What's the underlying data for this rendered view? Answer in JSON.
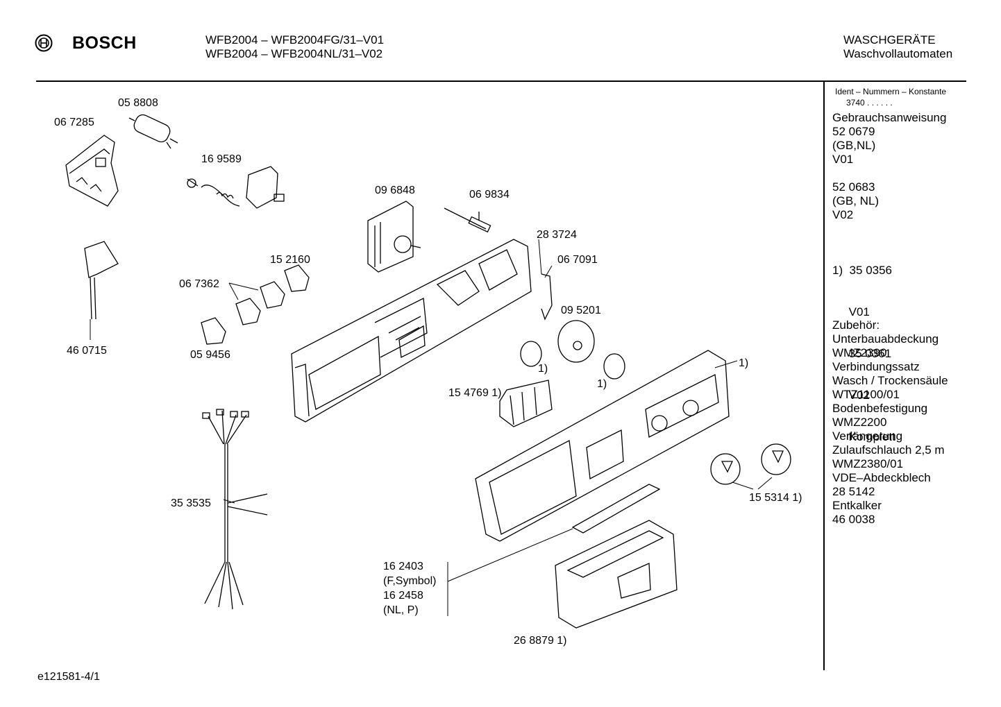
{
  "header": {
    "brand": "BOSCH",
    "model_line_1": "WFB2004 – WFB2004FG/31–V01",
    "model_line_2": "WFB2004 – WFB2004NL/31–V02",
    "category": "WASCHGERÄTE",
    "subcategory": "Waschvollautomaten"
  },
  "parts": {
    "p058808": "05 8808",
    "p067285": "06 7285",
    "p169589": "16 9589",
    "p096848": "09 6848",
    "p069834": "06 9834",
    "p283724": "28 3724",
    "p067091": "06 7091",
    "p152160": "15 2160",
    "p067362": "06 7362",
    "p059456": "05 9456",
    "p460715": "46 0715",
    "p095201": "09 5201",
    "ref1a": "1)",
    "ref1b": "1)",
    "ref1c": "1)",
    "p154769": "15 4769 1)",
    "p353535": "35 3535",
    "p155314": "15 5314 1)",
    "p162403": "16 2403",
    "fsymbol": "(F,Symbol)",
    "p162458": "16 2458",
    "nlp": "(NL, P)",
    "p268879": "26 8879 1)"
  },
  "sidebar": {
    "ident_label": "Ident – Nummern – Konstante",
    "ident_value": "3740  .  .  .  .  .  .",
    "lines_a": [
      "Gebrauchsanweisung",
      "52 0679",
      "(GB,NL)",
      "V01"
    ],
    "lines_b": [
      "52 0683",
      "(GB, NL)",
      "V02"
    ],
    "lines_c": [
      "1)  35 0356",
      "     V01",
      "     35 0361",
      "     V02",
      "     Komplett"
    ],
    "lines_d": [
      "Zubehör:",
      "Unterbauabdeckung",
      "WMZ2390",
      "Verbindungssatz",
      "Wasch / Trockensäule",
      "WTZ1100/01",
      "Bodenbefestigung",
      "WMZ2200",
      "Verlängerung",
      "Zulaufschlauch 2,5 m",
      "WMZ2380/01",
      "VDE–Abdeckblech",
      "28 5142",
      "Entkalker",
      "46 0038"
    ]
  },
  "footer": {
    "code": "e121581-4/1"
  }
}
